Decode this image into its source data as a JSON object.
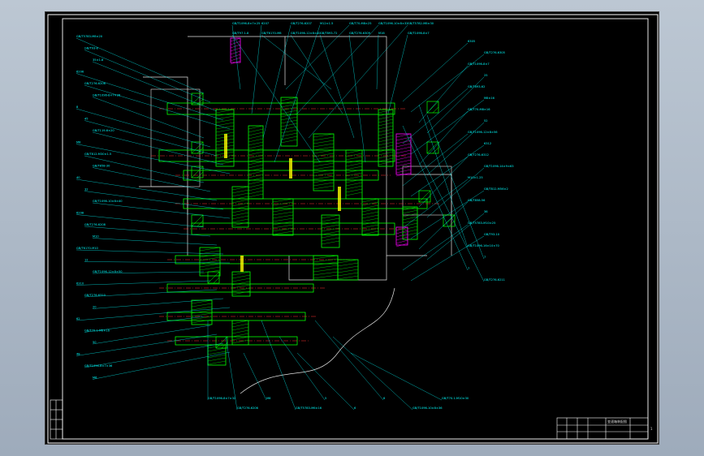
{
  "title_block": {
    "drawing_title": "变速箱装配图",
    "sheet": "1"
  },
  "colors": {
    "background": "#000000",
    "frame": "#ffffff",
    "geometry": "#00ff00",
    "leaders": "#00ffff",
    "section_red": "#ff3030",
    "hatch_magenta": "#ff00ff",
    "outline_white": "#e0e0e0",
    "yellow": "#ffff00"
  },
  "callouts_left": [
    "GB/T5783-M8×20",
    "GB/T93-8",
    "35×1.8",
    "6206",
    "GB/T276-6206",
    "GB/T1096-8×7×28",
    "8",
    "45",
    "GB/T119-6×20",
    "M8",
    "GB/T812-M30×1.5",
    "GB/T858-30",
    "40",
    "32",
    "GB/T1096-10×8×40",
    "6208",
    "GB/T276-6208",
    "M10",
    "GB/T6170-M10",
    "12",
    "GB/T1096-12×8×50",
    "6310",
    "GB/T276-6310",
    "20",
    "62",
    "GB/T70.1-M6×16",
    "50",
    "48",
    "GB/T1096-8×7×36",
    "M6"
  ],
  "callouts_top": [
    "GB/T1096-8×7×25",
    "6207",
    "GB/T276-6207",
    "M12×1.5",
    "GB/T70-M8×25",
    "GB/T1096-10×8×32",
    "GB/T5782-M8×30",
    "GB/T97.1-8",
    "GB/T6170-M8",
    "GB/T1096-12×8×40",
    "GB/T893-72",
    "GB/T276-6309",
    "M16",
    "GB/T1096-8×7"
  ],
  "callouts_right": [
    "6305",
    "GB/T276-6305",
    "GB/T1096-8×7",
    "25",
    "GB/T893-62",
    "M8×16",
    "GB/T70-M8×16",
    "52",
    "GB/T1096-12×8×56",
    "6312",
    "GB/T276-6312",
    "GB/T1096-14×9×63",
    "M10×1.25",
    "GB/T812-M56×2",
    "GB/T858-56",
    "36",
    "GB/T5783-M10×25",
    "GB/T93-10",
    "GB/T1096-16×10×70",
    "7",
    "7",
    "GB/T276-6211"
  ],
  "callouts_bottom": [
    "GB/T1096-8×7×32",
    "GB/T276-6206",
    "M6",
    "GB/T5783-M6×16",
    "5",
    "6",
    "6",
    "GB/T1096-10×8×36",
    "GB/T70.1-M10×30"
  ]
}
